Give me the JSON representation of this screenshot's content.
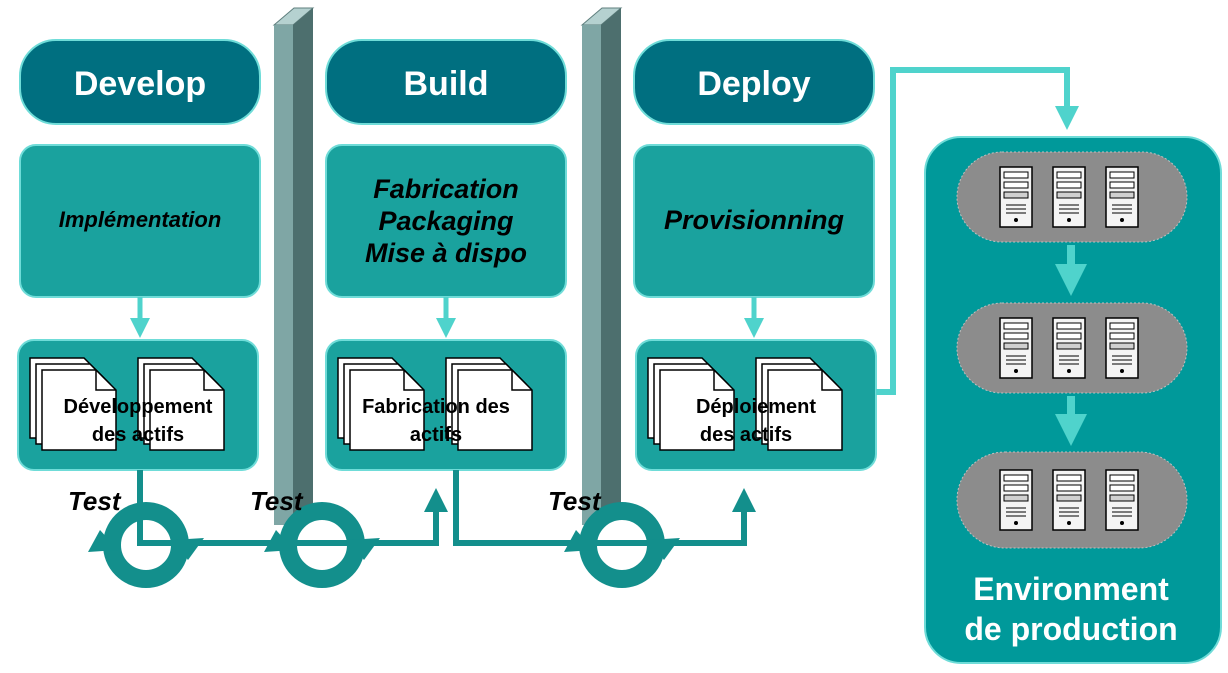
{
  "phases": [
    {
      "header": "Develop",
      "process_lines": [
        "Implémentation"
      ],
      "asset_lines": [
        "Développement",
        "des actifs"
      ]
    },
    {
      "header": "Build",
      "process_lines": [
        "Fabrication",
        "Packaging",
        "Mise à dispo"
      ],
      "asset_lines": [
        "Fabrication des",
        "actifs"
      ]
    },
    {
      "header": "Deploy",
      "process_lines": [
        "Provisionning"
      ],
      "asset_lines": [
        "Déploiement",
        "des actifs"
      ]
    }
  ],
  "test_label": "Test",
  "production": {
    "title_lines": [
      "Environment",
      "de production"
    ]
  },
  "colors": {
    "header": "#006f80",
    "teal": "#1aa29e",
    "teal_border": "#6fdcd8",
    "connector": "#4fd3cc",
    "loop": "#138f8c",
    "wall_front": "#5f8786",
    "wall_side": "#7fa6a5",
    "server_band": "#8c8c8c"
  }
}
